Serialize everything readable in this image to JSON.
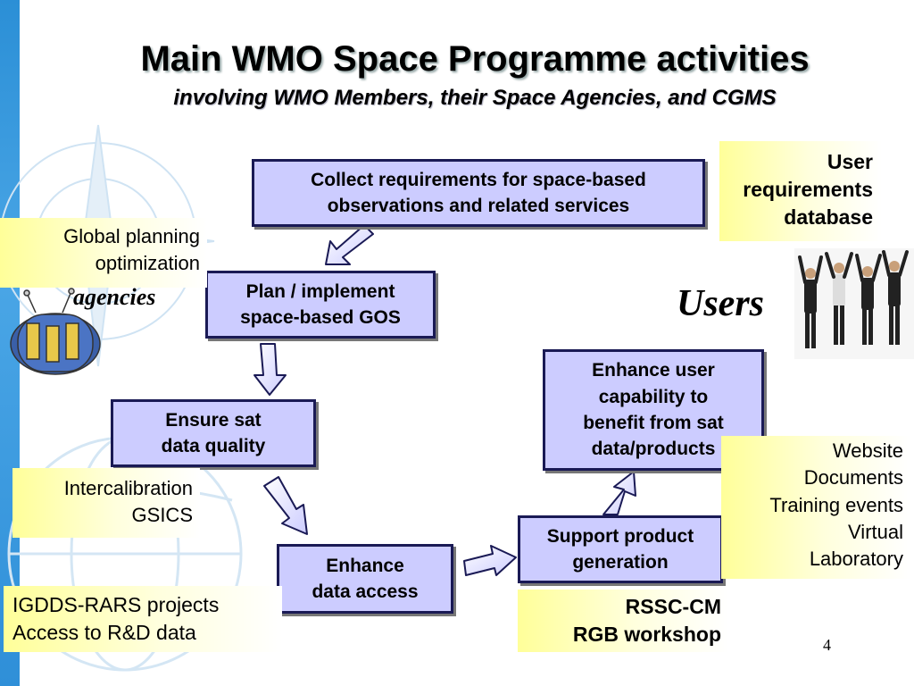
{
  "title": "Main WMO Space Programme activities",
  "subtitle": "involving WMO Members, their Space Agencies, and CGMS",
  "boxes": {
    "collect": "Collect requirements for space-based\nobservations and related services",
    "plan": "Plan / implement\nspace-based GOS",
    "quality": "Ensure sat\ndata quality",
    "access": "Enhance\ndata access",
    "support": "Support product\ngeneration",
    "enhance_user": "Enhance user\ncapability to\nbenefit from sat\ndata/products"
  },
  "notes": {
    "user_req": "User\nrequirements\ndatabase",
    "global": "Global planning\noptimization",
    "intercal": "Intercalibration\nGSICS",
    "igdds": "IGDDS-RARS projects\nAccess to R&D data",
    "rssc": "RSSC-CM\nRGB workshop",
    "website": "Website\nDocuments\nTraining events\nVirtual\nLaboratory"
  },
  "labels": {
    "users": "Users",
    "agencies": "agencies",
    "page_number": "4"
  },
  "colors": {
    "box_fill": "#ccccff",
    "box_border": "#1a1a55",
    "note_fill": "#ffff99",
    "side_band": "#2b8fd6"
  },
  "icons": {
    "satellite": "satellite-illustration",
    "users_photo": "jumping-business-people-photo"
  }
}
